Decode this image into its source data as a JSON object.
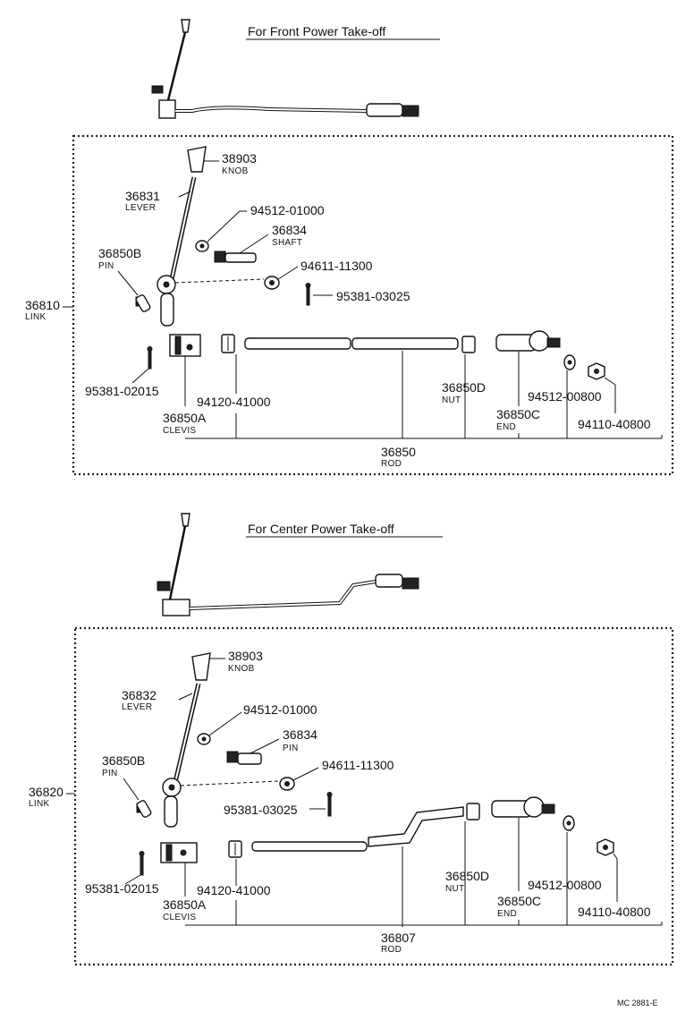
{
  "sections": [
    {
      "title": "For Front Power Take-off",
      "link": {
        "part_no": "36810",
        "name": "LINK"
      },
      "knob": {
        "part_no": "38903",
        "name": "KNOB"
      },
      "lever": {
        "part_no": "36831",
        "name": "LEVER"
      },
      "washer": {
        "part_no": "94512-01000"
      },
      "shaft": {
        "part_no": "36834",
        "name": "SHAFT"
      },
      "pin": {
        "part_no": "36850B",
        "name": "PIN"
      },
      "washer2": {
        "part_no": "94611-11300"
      },
      "cotter_upper": {
        "part_no": "95381-03025"
      },
      "cotter_lower": {
        "part_no": "95381-02015"
      },
      "nut1": {
        "part_no": "94120-41000"
      },
      "clevis": {
        "part_no": "36850A",
        "name": "CLEVIS"
      },
      "nut2": {
        "part_no": "36850D",
        "name": "NUT"
      },
      "washer3": {
        "part_no": "94512-00800"
      },
      "end": {
        "part_no": "36850C",
        "name": "END"
      },
      "nut3": {
        "part_no": "94110-40800"
      },
      "rod": {
        "part_no": "36850",
        "name": "ROD"
      }
    },
    {
      "title": "For Center Power Take-off",
      "link": {
        "part_no": "36820",
        "name": "LINK"
      },
      "knob": {
        "part_no": "38903",
        "name": "KNOB"
      },
      "lever": {
        "part_no": "36832",
        "name": "LEVER"
      },
      "washer": {
        "part_no": "94512-01000"
      },
      "shaft": {
        "part_no": "36834",
        "name": "PIN"
      },
      "pin": {
        "part_no": "36850B",
        "name": "PIN"
      },
      "washer2": {
        "part_no": "94611-11300"
      },
      "cotter_upper": {
        "part_no": "95381-03025"
      },
      "cotter_lower": {
        "part_no": "95381-02015"
      },
      "nut1": {
        "part_no": "94120-41000"
      },
      "clevis": {
        "part_no": "36850A",
        "name": "CLEVIS"
      },
      "nut2": {
        "part_no": "36850D",
        "name": "NUT"
      },
      "washer3": {
        "part_no": "94512-00800"
      },
      "end": {
        "part_no": "36850C",
        "name": "END"
      },
      "nut3": {
        "part_no": "94110-40800"
      },
      "rod": {
        "part_no": "36807",
        "name": "ROD"
      }
    }
  ],
  "footer_code": "MC 2881-E"
}
